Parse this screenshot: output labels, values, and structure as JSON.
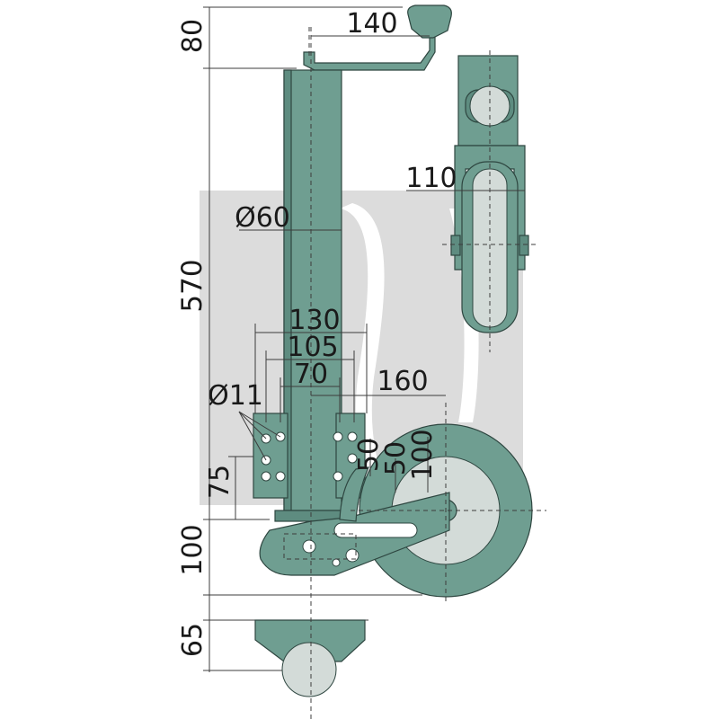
{
  "dimensions": {
    "crank_height": "80",
    "crank_length": "140",
    "tube_height": "570",
    "tube_diameter": "Ø60",
    "wheel_width": "110",
    "bolt_span_outer": "130",
    "bolt_span_mid": "105",
    "bolt_span_inner": "70",
    "wheel_offset": "160",
    "hole_diameter": "Ø11",
    "hole_pitch_a": "50",
    "hole_pitch_b": "50",
    "hole_pitch_c": "100",
    "bracket_height": "75",
    "wheel_drop": "100",
    "base_height": "65"
  },
  "colors": {
    "part": "#6f9e91",
    "watermark": "#dcdcdc"
  },
  "icons": {
    "watermark": "brand-watermark-icon"
  }
}
